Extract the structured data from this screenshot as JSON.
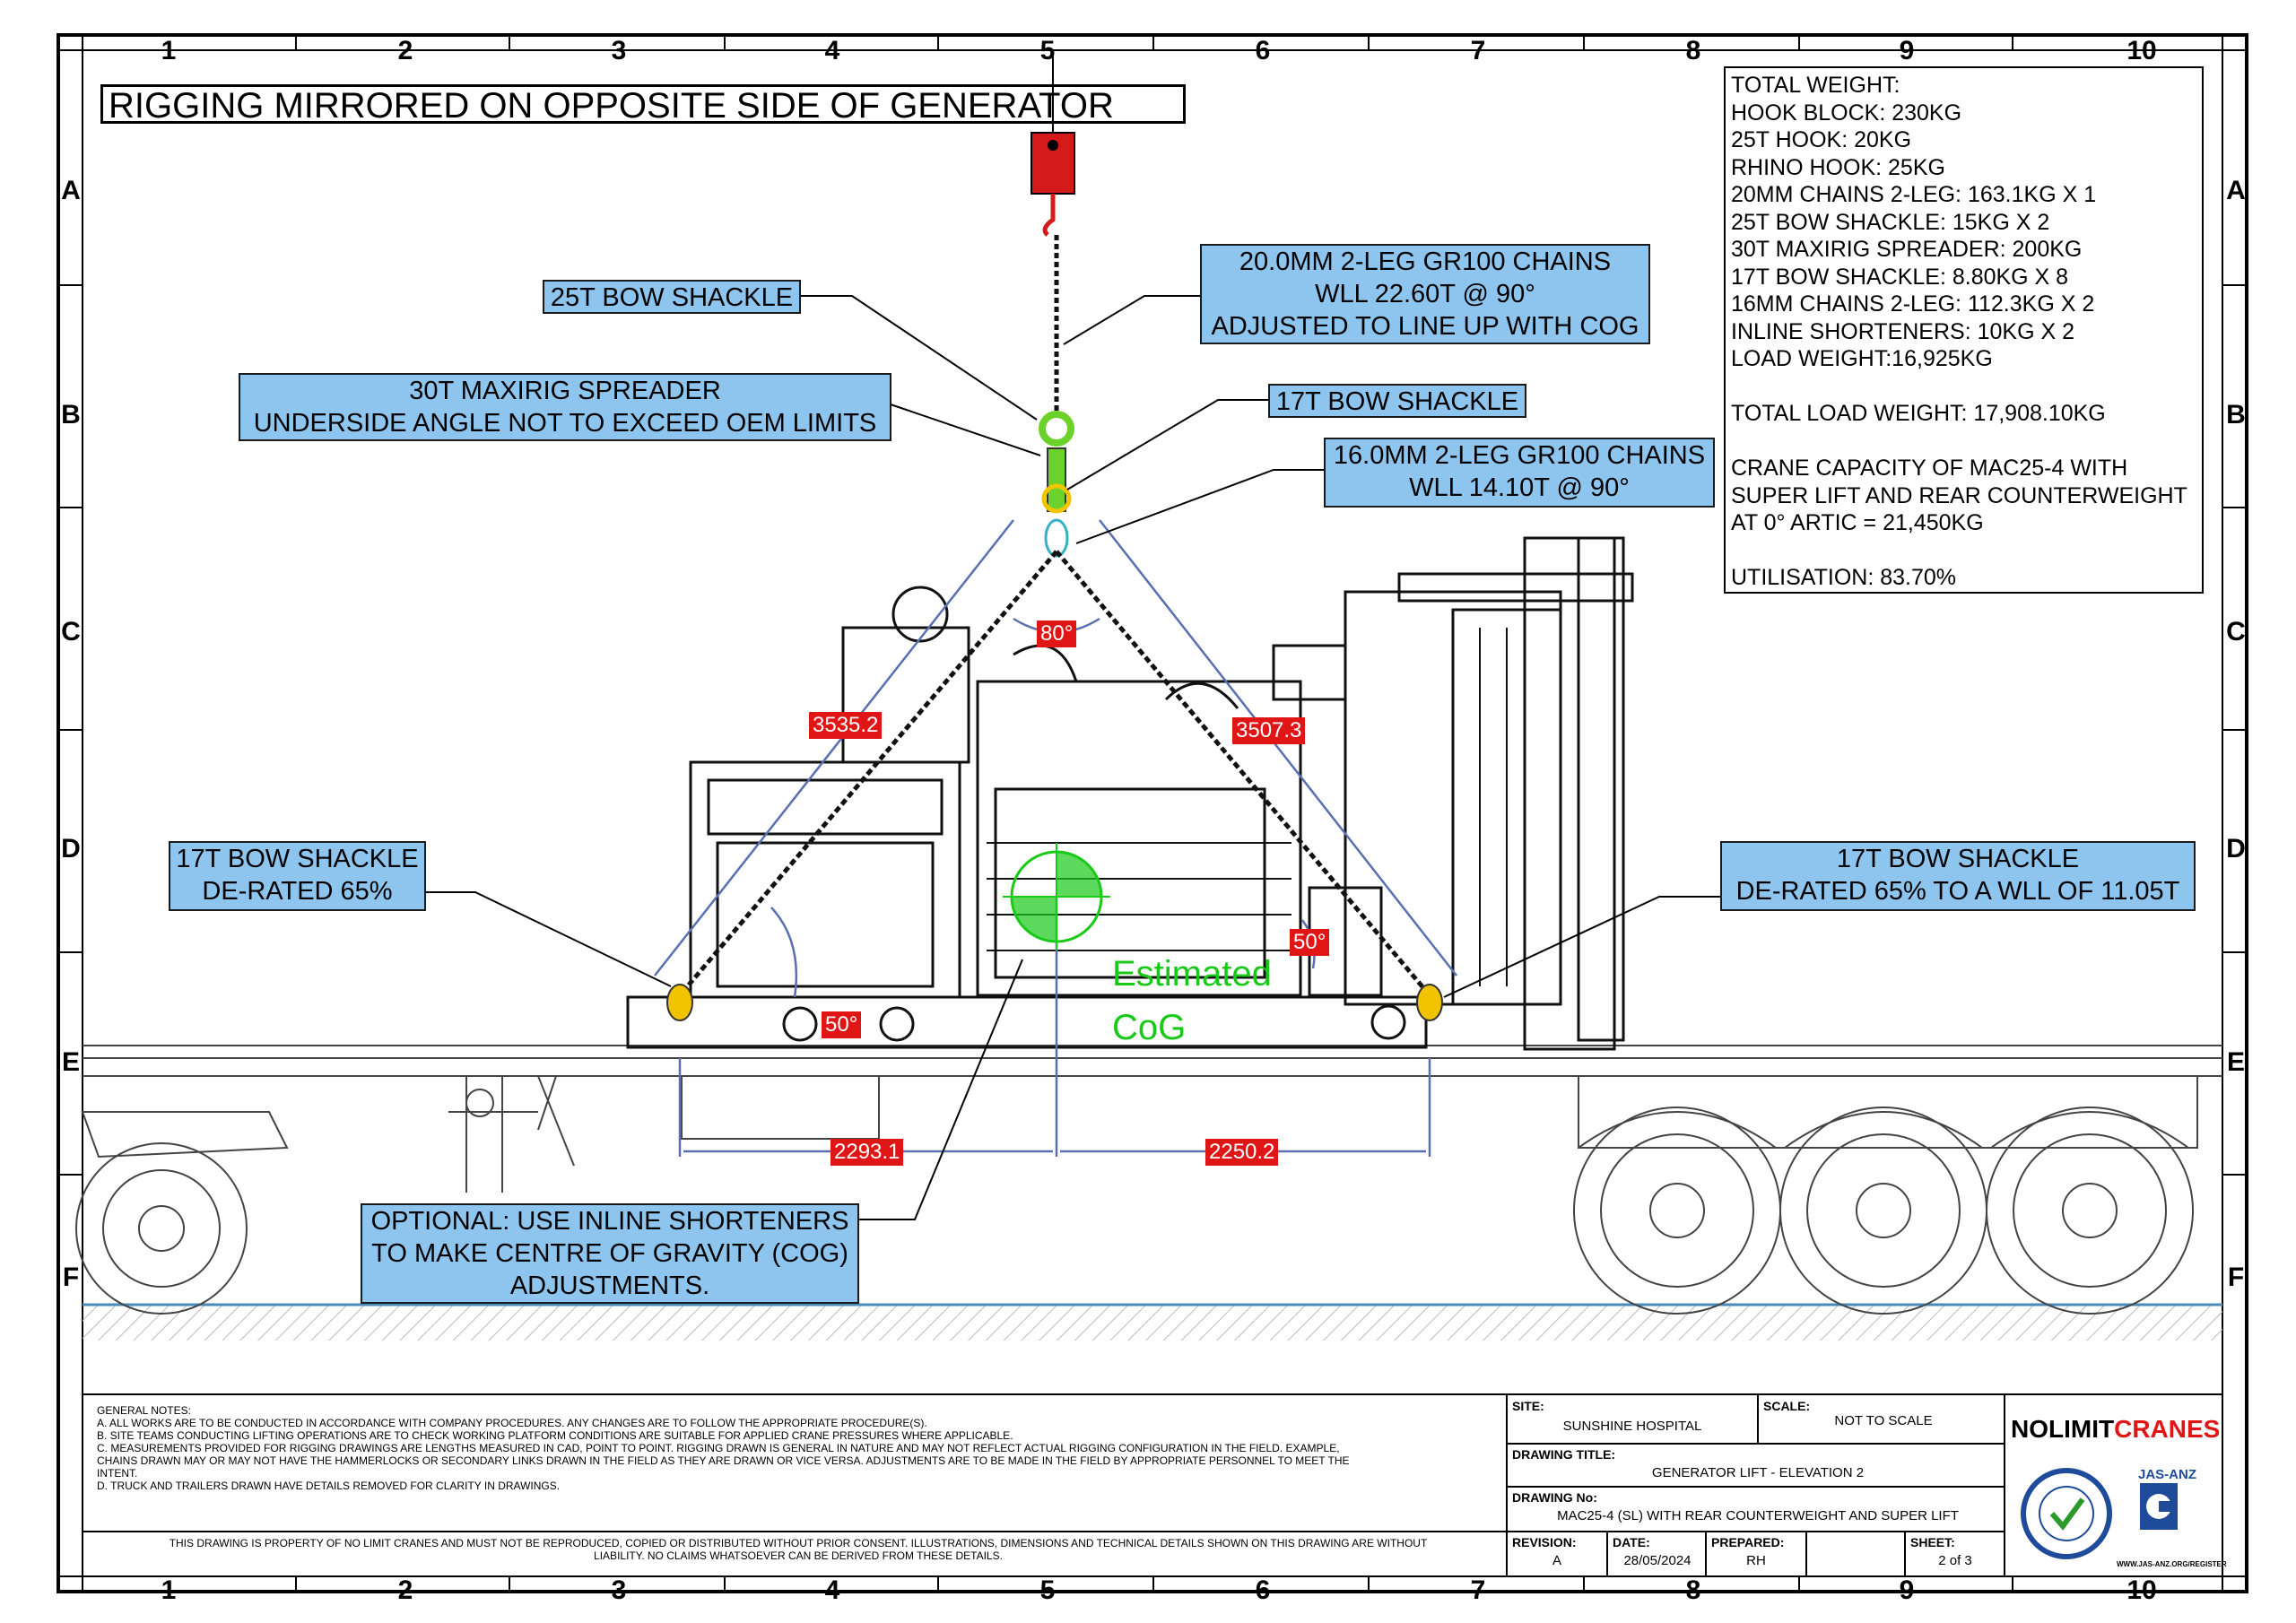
{
  "drawing": {
    "title": "RIGGING MIRRORED ON OPPOSITE SIDE OF GENERATOR",
    "grid_columns": [
      "1",
      "2",
      "3",
      "4",
      "5",
      "6",
      "7",
      "8",
      "9",
      "10"
    ],
    "grid_rows": [
      "A",
      "B",
      "C",
      "D",
      "E",
      "F"
    ]
  },
  "weights": {
    "lines": [
      "TOTAL WEIGHT:",
      "HOOK BLOCK: 230KG",
      "25T HOOK: 20KG",
      "RHINO HOOK: 25KG",
      "20MM CHAINS 2-LEG: 163.1KG X 1",
      "25T BOW SHACKLE: 15KG X 2",
      "30T MAXIRIG SPREADER: 200KG",
      "17T BOW SHACKLE: 8.80KG X 8",
      "16MM CHAINS 2-LEG: 112.3KG X 2",
      "INLINE SHORTENERS: 10KG X 2",
      "LOAD WEIGHT:16,925KG",
      "",
      "TOTAL LOAD WEIGHT: 17,908.10KG",
      "",
      "CRANE CAPACITY OF MAC25-4 WITH",
      "SUPER LIFT AND REAR COUNTERWEIGHT",
      "AT 0° ARTIC = 21,450KG",
      "",
      "UTILISATION: 83.70%"
    ]
  },
  "callouts": {
    "chains20": [
      "20.0MM 2-LEG GR100 CHAINS",
      "WLL 22.60T @ 90°",
      "ADJUSTED TO LINE UP WITH COG"
    ],
    "bow25": [
      "25T BOW SHACKLE"
    ],
    "spreader": [
      "30T MAXIRIG SPREADER",
      "UNDERSIDE ANGLE NOT TO EXCEED OEM LIMITS"
    ],
    "bow17_top": [
      "17T BOW SHACKLE"
    ],
    "chains16": [
      "16.0MM 2-LEG GR100 CHAINS",
      "WLL 14.10T @ 90°"
    ],
    "bow17_left": [
      "17T BOW SHACKLE",
      "DE-RATED 65%"
    ],
    "bow17_right": [
      "17T BOW SHACKLE",
      "DE-RATED 65% TO A WLL OF 11.05T"
    ],
    "optional": [
      "OPTIONAL: USE INLINE SHORTENERS",
      "TO MAKE CENTRE OF GRAVITY (COG)",
      "ADJUSTMENTS."
    ]
  },
  "dimensions": {
    "angle_top": "80°",
    "len_left": "3535.2",
    "len_right": "3507.3",
    "angle_right": "50°",
    "angle_left": "50°",
    "dist_left": "2293.1",
    "dist_right": "2250.2"
  },
  "cog": {
    "line1": "Estimated",
    "line2": "CoG",
    "color": "#18c918"
  },
  "notes": {
    "heading": "GENERAL NOTES:",
    "items": [
      "A.   ALL WORKS ARE TO BE CONDUCTED IN ACCORDANCE WITH COMPANY PROCEDURES. ANY CHANGES ARE TO FOLLOW THE APPROPRIATE PROCEDURE(S).",
      "B.   SITE TEAMS CONDUCTING LIFTING OPERATIONS ARE TO CHECK WORKING PLATFORM CONDITIONS ARE SUITABLE FOR APPLIED CRANE PRESSURES WHERE APPLICABLE.",
      "C.   MEASUREMENTS PROVIDED FOR RIGGING DRAWINGS ARE LENGTHS MEASURED IN CAD, POINT TO POINT. RIGGING DRAWN IS GENERAL IN NATURE AND MAY NOT REFLECT ACTUAL RIGGING CONFIGURATION IN THE FIELD. EXAMPLE,",
      "      CHAINS DRAWN MAY OR MAY NOT HAVE THE HAMMERLOCKS OR SECONDARY LINKS DRAWN IN THE FIELD AS THEY ARE DRAWN OR VICE VERSA. ADJUSTMENTS ARE TO BE MADE IN THE FIELD BY APPROPRIATE PERSONNEL TO MEET THE",
      "      INTENT.",
      "D.   TRUCK AND TRAILERS DRAWN HAVE DETAILS REMOVED FOR CLARITY IN DRAWINGS."
    ],
    "property_line1": "THIS DRAWING IS PROPERTY OF NO LIMIT CRANES AND MUST NOT BE REPRODUCED, COPIED OR DISTRIBUTED WITHOUT PRIOR CONSENT. ILLUSTRATIONS, DIMENSIONS AND TECHNICAL DETAILS SHOWN ON THIS DRAWING ARE WITHOUT",
    "property_line2": "LIABILITY. NO CLAIMS WHATSOEVER CAN BE DERIVED FROM THESE DETAILS."
  },
  "title_block": {
    "site_label": "SITE:",
    "site": "SUNSHINE HOSPITAL",
    "scale_label": "SCALE:",
    "scale": "NOT TO SCALE",
    "drawing_title_label": "DRAWING TITLE:",
    "drawing_title": "GENERATOR LIFT - ELEVATION 2",
    "drawing_no_label": "DRAWING No:",
    "drawing_no": "MAC25-4 (SL) WITH REAR COUNTERWEIGHT AND SUPER LIFT",
    "revision_label": "REVISION:",
    "revision": "A",
    "date_label": "DATE:",
    "date": "28/05/2024",
    "prepared_label": "PREPARED:",
    "prepared": "RH",
    "sheet_label": "SHEET:",
    "sheet": "2 of 3"
  },
  "logo": {
    "part1": "NOLIMIT",
    "part2": "CRANES",
    "accent": "#e01616",
    "cert": "JAS-ANZ",
    "cert_url": "WWW.JAS-ANZ.ORG/REGISTER"
  },
  "colors": {
    "callout_bg": "#8ec5ee",
    "dim_bg": "#e01616",
    "rigging_blue": "#5a6fb0",
    "hook_red": "#d41a1a",
    "cog_green": "#18c918"
  }
}
